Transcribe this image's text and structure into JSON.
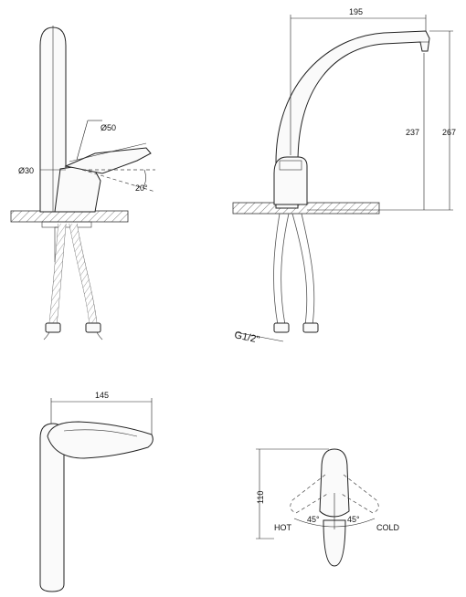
{
  "side_view": {
    "dim_handle_diameter": "Ø50",
    "dim_spout_diameter": "Ø30",
    "dim_handle_angle": "20°"
  },
  "front_view": {
    "dim_reach": "195",
    "dim_spout_height": "237",
    "dim_total_height": "267",
    "dim_thread": "G1/2\""
  },
  "top_view": {
    "dim_length": "145"
  },
  "rotation_view": {
    "dim_height": "110",
    "angle_hot": "45°",
    "angle_cold": "45°",
    "label_hot": "HOT",
    "label_cold": "COLD"
  }
}
